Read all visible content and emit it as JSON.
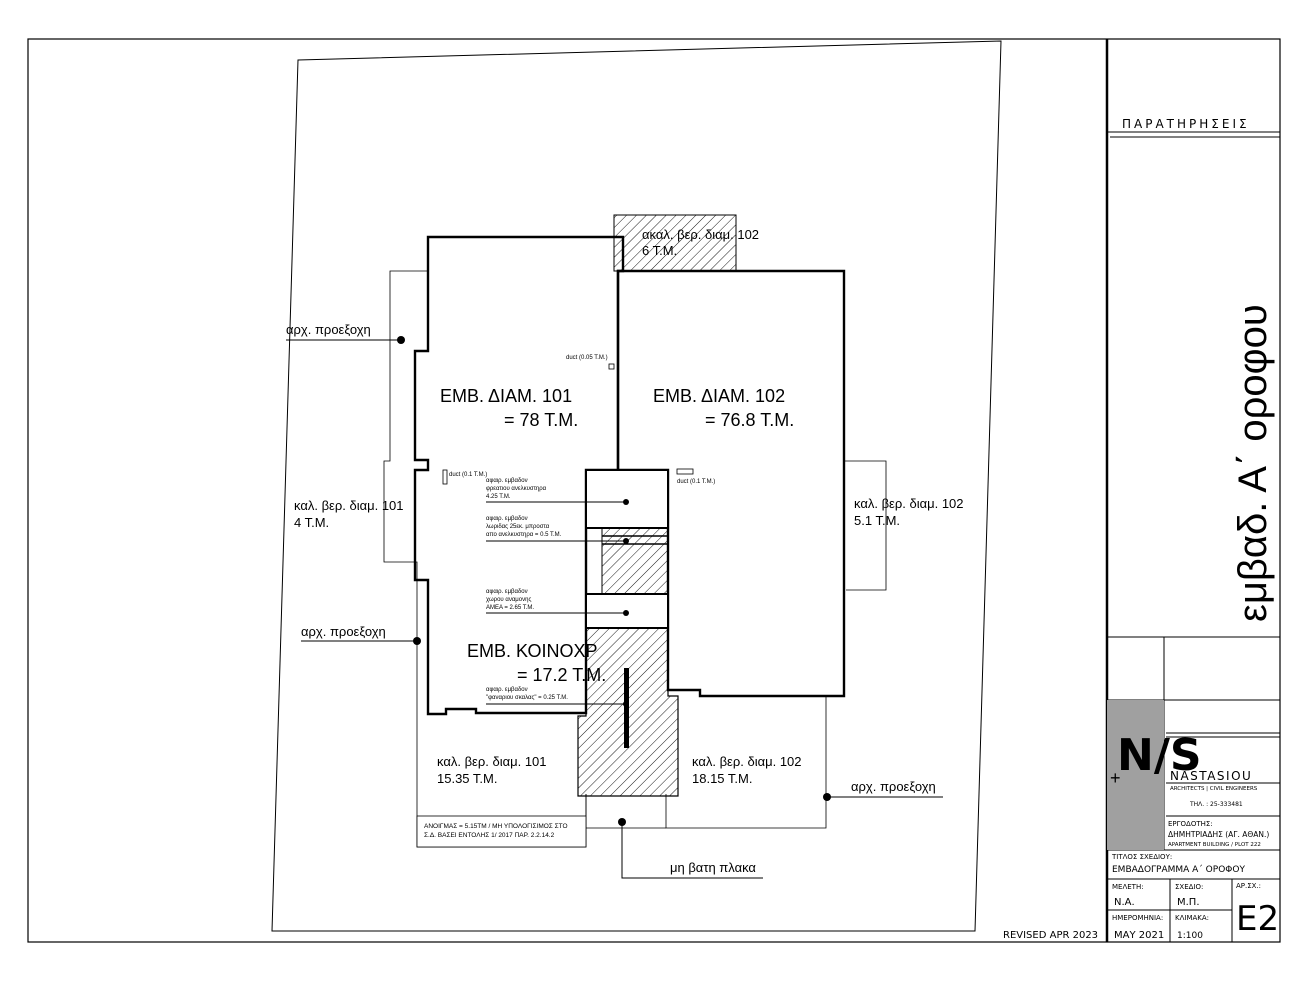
{
  "plan": {
    "apt101": {
      "title": "ΕΜΒ.  ΔΙΑΜ. 101",
      "area": "= 78 Τ.Μ."
    },
    "apt102": {
      "title": "ΕΜΒ.  ΔΙΑΜ. 102",
      "area": "= 76.8 Τ.Μ."
    },
    "common": {
      "title": "ΕΜΒ.  ΚΟΙΝΟΧΡ",
      "area": "= 17.2 Τ.Μ."
    },
    "uncovered_top": {
      "line1": "ακαλ. βερ. διαμ. 102",
      "line2": "6 Τ.Μ."
    },
    "covered_101_left": {
      "line1": "καλ. βερ. διαμ. 101",
      "line2": "4 Τ.Μ."
    },
    "covered_102_right": {
      "line1": "καλ. βερ. διαμ. 102",
      "line2": "5.1 Τ.Μ."
    },
    "covered_101_bottom": {
      "line1": "καλ. βερ. διαμ. 101",
      "line2": "15.35 Τ.Μ."
    },
    "covered_102_bottom": {
      "line1": "καλ. βερ. διαμ. 102",
      "line2": "18.15 Τ.Μ."
    },
    "callouts": {
      "projection_1": "αρχ. προεξοχη",
      "projection_2": "αρχ. προεξοχη",
      "projection_3": "αρχ. προεξοχη",
      "non_walkable": "μη βατη πλακα"
    },
    "ducts": {
      "d1": "duct (0.05 T.M.)",
      "d2": "duct (0.1 T.M.)",
      "d3": "duct (0.1 T.M.)"
    },
    "deductions": {
      "lift_shaft": [
        "αφαιρ. εμβαδον",
        "φρεατιου ανελκυστηρα",
        "4.25 Τ.Μ."
      ],
      "lift_strip": [
        "αφαιρ. εμβαδον",
        "λωριδας 25εκ. μπροστα",
        "απο ανελκυστηρα = 0.5 Τ.Μ."
      ],
      "wait_area": [
        "αφαιρ. εμβαδον",
        "χωρου αναμονης",
        "ΑΜΕΑ = 2.65 Τ.Μ."
      ],
      "stair_well": [
        "αφαιρ. εμβαδον",
        "\"φαναριου σκαλας\" = 0.25 Τ.Μ."
      ]
    },
    "note_box": [
      "ΑΝΟΙΓΜΑΣ = 5.15ΤΜ / ΜΗ ΥΠΟΛΟΓΙΣΙΜΟΣ ΣΤΟ",
      "Σ.Δ. ΒΑΣΕΙ ΕΝΤΟΛΗΣ 1/ 2017 ΠΑΡ. 2.2.14.2"
    ],
    "revised": "REVISED APR 2023"
  },
  "title_block": {
    "remarks_header": "ΠΑΡΑΤΗΡΗΣΕΙΣ",
    "vertical_title": "εμβαδ. Α΄ οροφου",
    "logo_text": "N/S",
    "company": "NASTASIOU",
    "company_sub": "ARCHITECTS | CIVIL ENGINEERS",
    "phone": "ΤΗΛ. : 25-333481",
    "client_label": "ΕΡΓΟΔΟΤΗΣ:",
    "client_name": "ΔΗΜΗΤΡΙΑΔΗΣ (ΑΓ. ΑΘΑΝ.)",
    "project": "APARTMENT BUILDING / PLOT 222",
    "drawing_title_label": "ΤΙΤΛΟΣ ΣΧΕΔΙΟΥ:",
    "drawing_title": "ΕΜΒΑΔΟΓΡΑΜΜΑ Α΄ ΟΡΟΦΟΥ",
    "study_label": "ΜΕΛΕΤΗ:",
    "study_value": "Ν.Α.",
    "drawn_label": "ΣΧΕΔΙΟ:",
    "drawn_value": "Μ.Π.",
    "sheet_label": "ΑΡ.ΣΧ.:",
    "sheet_value": "E2",
    "date_label": "ΗΜΕΡΟΜΗΝΙΑ:",
    "date_value": "ΜΑΥ 2021",
    "scale_label": "ΚΛΙΜΑΚΑ:",
    "scale_value": "1:100"
  }
}
